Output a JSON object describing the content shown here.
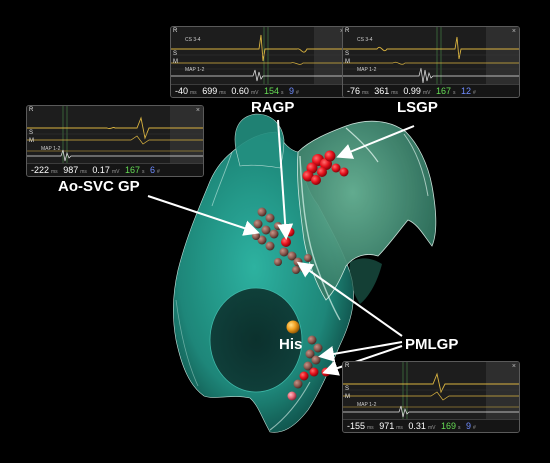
{
  "labels": {
    "ragp": "RAGP",
    "lsgp": "LSGP",
    "ao_svc_gp": "Ao-SVC GP",
    "his": "His",
    "pmlgp": "PMLGP"
  },
  "egm_panels": [
    {
      "id": "ragp-panel",
      "ch1": "CS 3-4",
      "ch3": "MAP 1-2",
      "tag_r": "R",
      "tag_s": "S",
      "tag_m": "M",
      "v1": "-40",
      "v2": "699",
      "v3": "0.60",
      "v4": "154",
      "v5": "9"
    },
    {
      "id": "lsgp-panel",
      "ch1": "CS 3-4",
      "ch3": "MAP 1-2",
      "tag_r": "R",
      "tag_s": "S",
      "tag_m": "M",
      "v1": "-76",
      "v2": "361",
      "v3": "0.99",
      "v4": "167",
      "v5": "12"
    },
    {
      "id": "ao-svc-panel",
      "ch1": "",
      "ch3": "MAP 1-2",
      "tag_r": "R",
      "tag_s": "S",
      "tag_m": "M",
      "v1": "-222",
      "v2": "987",
      "v3": "0.17",
      "v4": "167",
      "v5": "6"
    },
    {
      "id": "pmlgp-panel",
      "ch1": "",
      "ch3": "MAP 1-2",
      "tag_r": "R",
      "tag_s": "S",
      "tag_m": "M",
      "v1": "-155",
      "v2": "971",
      "v3": "0.31",
      "v4": "169",
      "v5": "9"
    }
  ],
  "colors": {
    "background": "#000000",
    "atrium": "#2aa595",
    "atrium_dark": "#115a52",
    "appendage": "#5aa888",
    "gp_red": "#e8141e",
    "gp_brown": "#8a5a50",
    "his_orange": "#f0a020",
    "signal_yellow": "#d9b340",
    "signal_white": "#e8e8e8"
  }
}
